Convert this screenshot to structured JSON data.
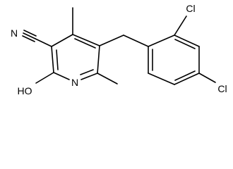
{
  "molecule": {
    "atom_labels": {
      "nitrile_nitrogen": "N",
      "ring_nitrogen": "N",
      "hydroxyl": "HO",
      "chlorine_ortho": "Cl",
      "chlorine_para": "Cl"
    }
  },
  "colors": {
    "bond": "#000000",
    "text": "#000000",
    "background": "#ffffff"
  }
}
